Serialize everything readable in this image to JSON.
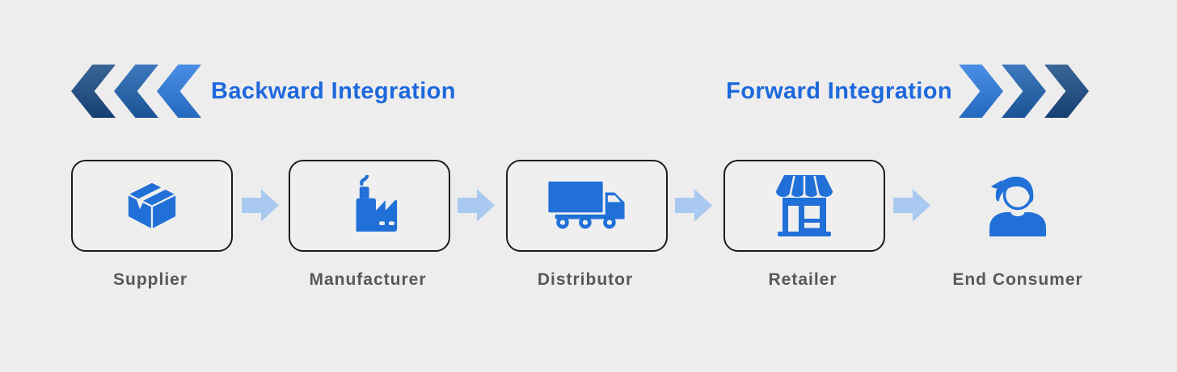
{
  "page": {
    "background": "#ededed"
  },
  "header": {
    "backward_label": "Backward Integration",
    "forward_label": "Forward Integration",
    "title_color": "#1d68dc",
    "chevron_colors": {
      "dark": "#1a4c86",
      "medium": "#1f63b2",
      "light": "#2c7de2"
    }
  },
  "chain": {
    "icon_color": "#2070d8",
    "arrow_color": "#aac9f0",
    "box_border_color": "#1c1c1c",
    "label_color": "#57585a",
    "stages": [
      {
        "id": "supplier",
        "label": "Supplier",
        "icon": "package-box-icon",
        "boxed": true
      },
      {
        "id": "manufacturer",
        "label": "Manufacturer",
        "icon": "factory-icon",
        "boxed": true
      },
      {
        "id": "distributor",
        "label": "Distributor",
        "icon": "truck-icon",
        "boxed": true
      },
      {
        "id": "retailer",
        "label": "Retailer",
        "icon": "storefront-icon",
        "boxed": true
      },
      {
        "id": "end-consumer",
        "label": "End Consumer",
        "icon": "person-icon",
        "boxed": false
      }
    ]
  }
}
